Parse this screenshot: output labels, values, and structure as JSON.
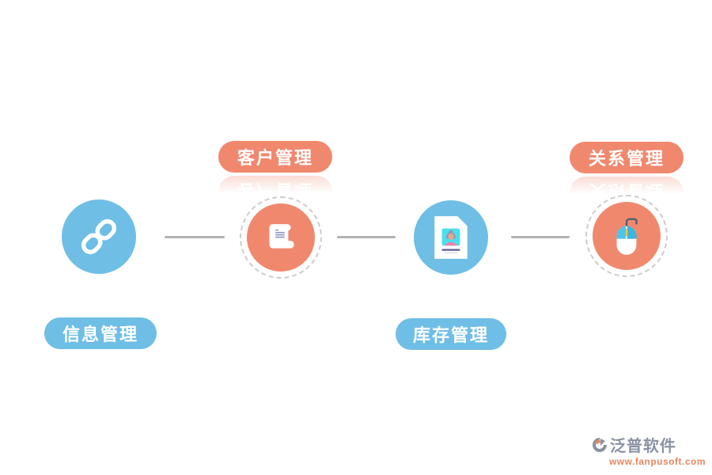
{
  "nodes": [
    {
      "id": "information",
      "label": "信息管理",
      "icon": "chain-link-icon",
      "scheme": "blue",
      "label_position": "bottom"
    },
    {
      "id": "customer",
      "label": "客户管理",
      "icon": "scroll-icon",
      "scheme": "salmon",
      "label_position": "top"
    },
    {
      "id": "inventory",
      "label": "库存管理",
      "icon": "id-card-icon",
      "scheme": "blue",
      "label_position": "bottom"
    },
    {
      "id": "relationship",
      "label": "关系管理",
      "icon": "mouse-icon",
      "scheme": "salmon",
      "label_position": "top"
    }
  ],
  "colors": {
    "blue": "#6fbee6",
    "salmon": "#f0886e",
    "connector": "#b3b3b3",
    "dashed_ring": "#cccccc",
    "label_text": "#ffffff"
  },
  "watermark": {
    "brand": "泛普软件",
    "url": "www.fanpusoft.com",
    "brand_color": "#8a93a3",
    "url_color": "#e8875f"
  }
}
